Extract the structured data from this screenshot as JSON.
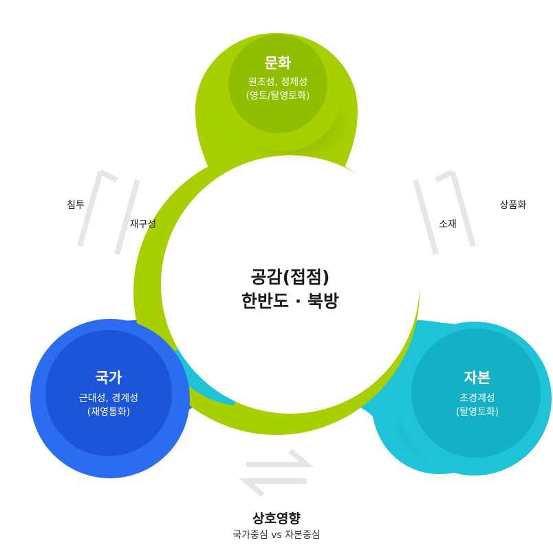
{
  "center": {
    "line1": "공감(접점)",
    "line2": "한반도 · 북방"
  },
  "nodes": {
    "culture": {
      "title": "문화",
      "sub1": "원초성, 정체성",
      "sub2": "(영토/탈영토화)"
    },
    "nation": {
      "title": "국가",
      "sub1": "근대성, 경계성",
      "sub2": "(재영통화)"
    },
    "capital": {
      "title": "자본",
      "sub1": "초경계성",
      "sub2": "(탈영토화)"
    }
  },
  "arrows": {
    "left": {
      "outer": "침투",
      "inner": "재구성"
    },
    "right": {
      "inner": "소재",
      "outer": "상품화"
    },
    "bottom": {
      "title": "상호영향",
      "sub": "국가중심 vs 자본중심"
    }
  },
  "colors": {
    "culture": "#a8d000",
    "culture_inner": "#8fbf00",
    "nation": "#2b6cf0",
    "nation_inner": "#1c55d8",
    "capital": "#1fc3d8",
    "capital_inner": "#14b0c6",
    "arrow": "#e6e6e6"
  }
}
